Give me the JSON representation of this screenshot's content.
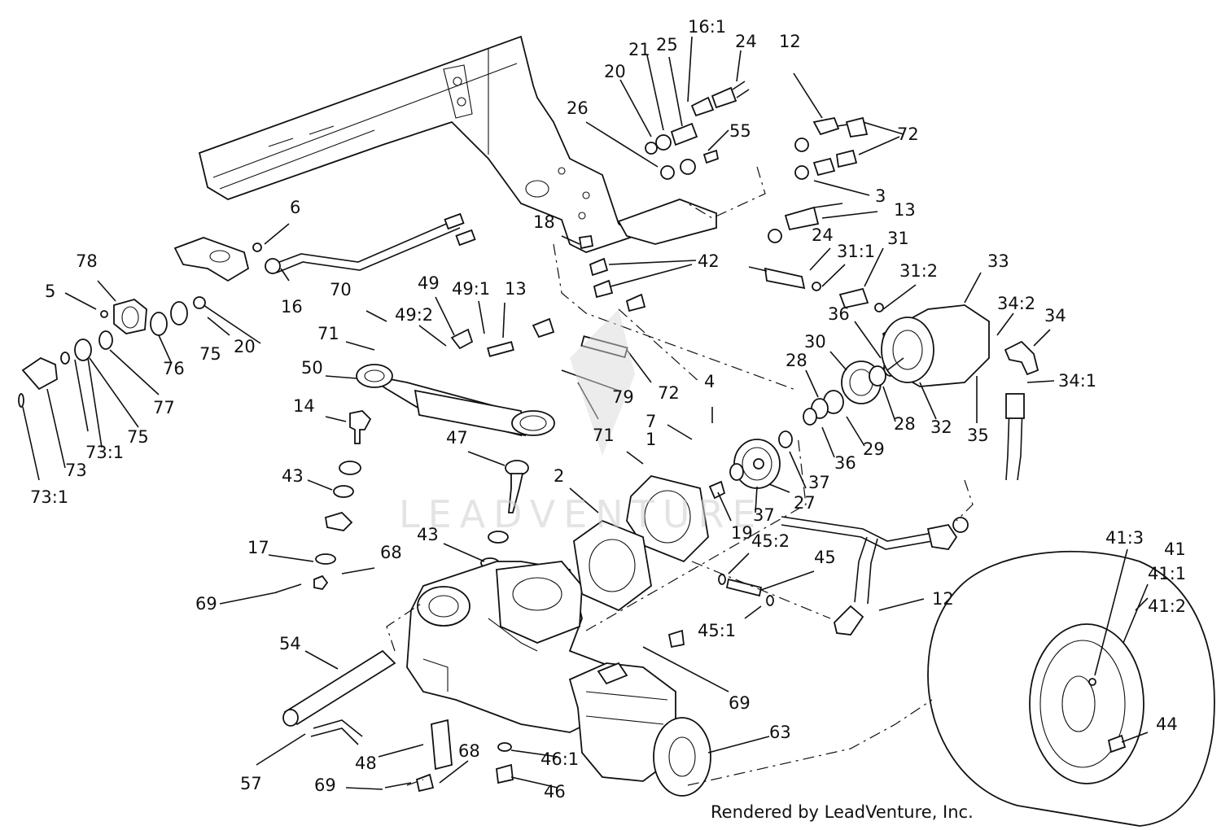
{
  "diagram": {
    "labels": [
      "1",
      "2",
      "3",
      "4",
      "5",
      "6",
      "7",
      "12",
      "12",
      "13",
      "13",
      "14",
      "16",
      "16:1",
      "17",
      "18",
      "19",
      "20",
      "20",
      "21",
      "24",
      "24",
      "25",
      "26",
      "27",
      "28",
      "28",
      "29",
      "30",
      "31",
      "31:1",
      "31:2",
      "32",
      "33",
      "34",
      "34:1",
      "34:2",
      "35",
      "36",
      "36",
      "37",
      "37",
      "41",
      "41:1",
      "41:2",
      "41:3",
      "42",
      "43",
      "43",
      "44",
      "45",
      "45:1",
      "45:2",
      "46",
      "46:1",
      "47",
      "48",
      "49",
      "49:1",
      "49:2",
      "50",
      "54",
      "55",
      "57",
      "63",
      "68",
      "68",
      "69",
      "69",
      "69",
      "70",
      "71",
      "71",
      "72",
      "72",
      "73",
      "73:1",
      "73:1",
      "75",
      "75",
      "76",
      "77",
      "78",
      "79"
    ],
    "watermark": "LEADVENTURE",
    "credit": "Rendered by LeadVenture, Inc."
  }
}
